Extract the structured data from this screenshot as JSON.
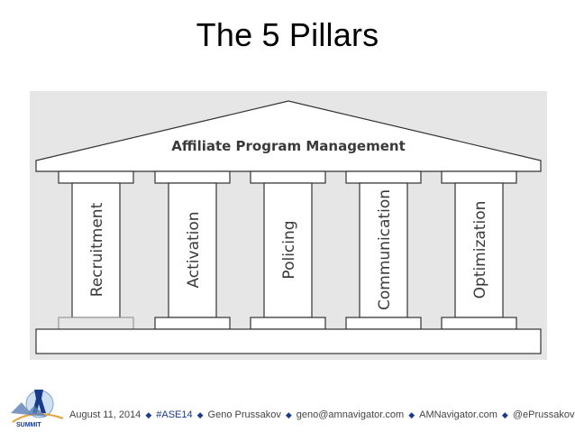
{
  "slide": {
    "title": "The 5 Pillars"
  },
  "diagram": {
    "roof_label": "Affiliate Program Management",
    "pillars": [
      {
        "label": "Recruitment"
      },
      {
        "label": "Activation"
      },
      {
        "label": "Policing"
      },
      {
        "label": "Communication"
      },
      {
        "label": "Optimization"
      }
    ],
    "colors": {
      "background": "#e6e6e6",
      "fill": "#ffffff",
      "stroke": "#333333"
    }
  },
  "footer": {
    "date": "August 11, 2014",
    "hashtag": "#ASE14",
    "name": "Geno Prussakov",
    "email": "geno@amnavigator.com",
    "website": "AMNavigator.com",
    "twitter": "@ePrussakov",
    "separator": "◆",
    "logo_text": "SUMMIT"
  }
}
